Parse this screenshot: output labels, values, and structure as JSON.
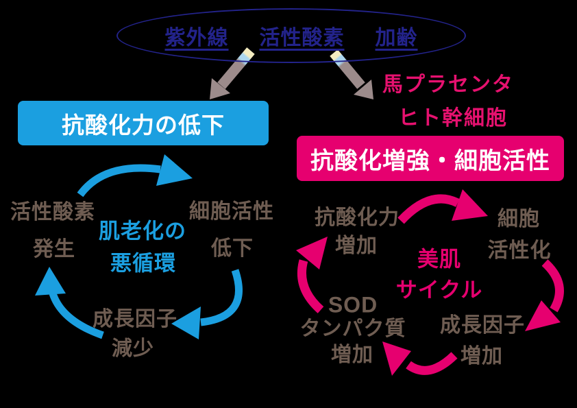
{
  "diagram": {
    "causes": {
      "items": [
        "紫外線",
        "活性酸素",
        "加齢"
      ]
    },
    "left_branch": {
      "heading": "抗酸化力の低下",
      "cycle": {
        "center_line1": "肌老化の",
        "center_line2": "悪循環",
        "node_ros_line1": "活性酸素",
        "node_ros_line2": "発生",
        "node_cell_line1": "細胞活性",
        "node_cell_line2": "低下",
        "node_growth_line1": "成長因子",
        "node_growth_line2": "減少"
      }
    },
    "right_branch": {
      "treatment_line1": "馬プラセンタ",
      "treatment_line2": "ヒト幹細胞",
      "heading": "抗酸化増強・細胞活性",
      "cycle": {
        "center_line1": "美肌",
        "center_line2": "サイクル",
        "node_antiox_line1": "抗酸化力",
        "node_antiox_line2": "増加",
        "node_cell_line1": "細胞",
        "node_cell_line2": "活性化",
        "node_growth_line1": "成長因子",
        "node_growth_line2": "増加",
        "node_sod_line1": "SOD",
        "node_sod_line2": "タンパク質",
        "node_sod_line3": "増加"
      }
    },
    "icons": {
      "uv_arrow_left": "down-left-arrow-icon",
      "uv_arrow_right": "down-right-arrow-icon",
      "aging_cycle": "clockwise-cycle-arrows-blue",
      "beauty_cycle": "clockwise-cycle-arrows-pink"
    },
    "colors": {
      "background": "#000000",
      "navy": "#23238B",
      "blue": "#1B9FE0",
      "pink": "#E6006F",
      "brown": "#6F5D52",
      "arrow_taupe": "#9C8B8B",
      "arrow_tail_cream": "#F4ECC0",
      "arrow_tail_lightblue": "#ABD6EE"
    }
  }
}
